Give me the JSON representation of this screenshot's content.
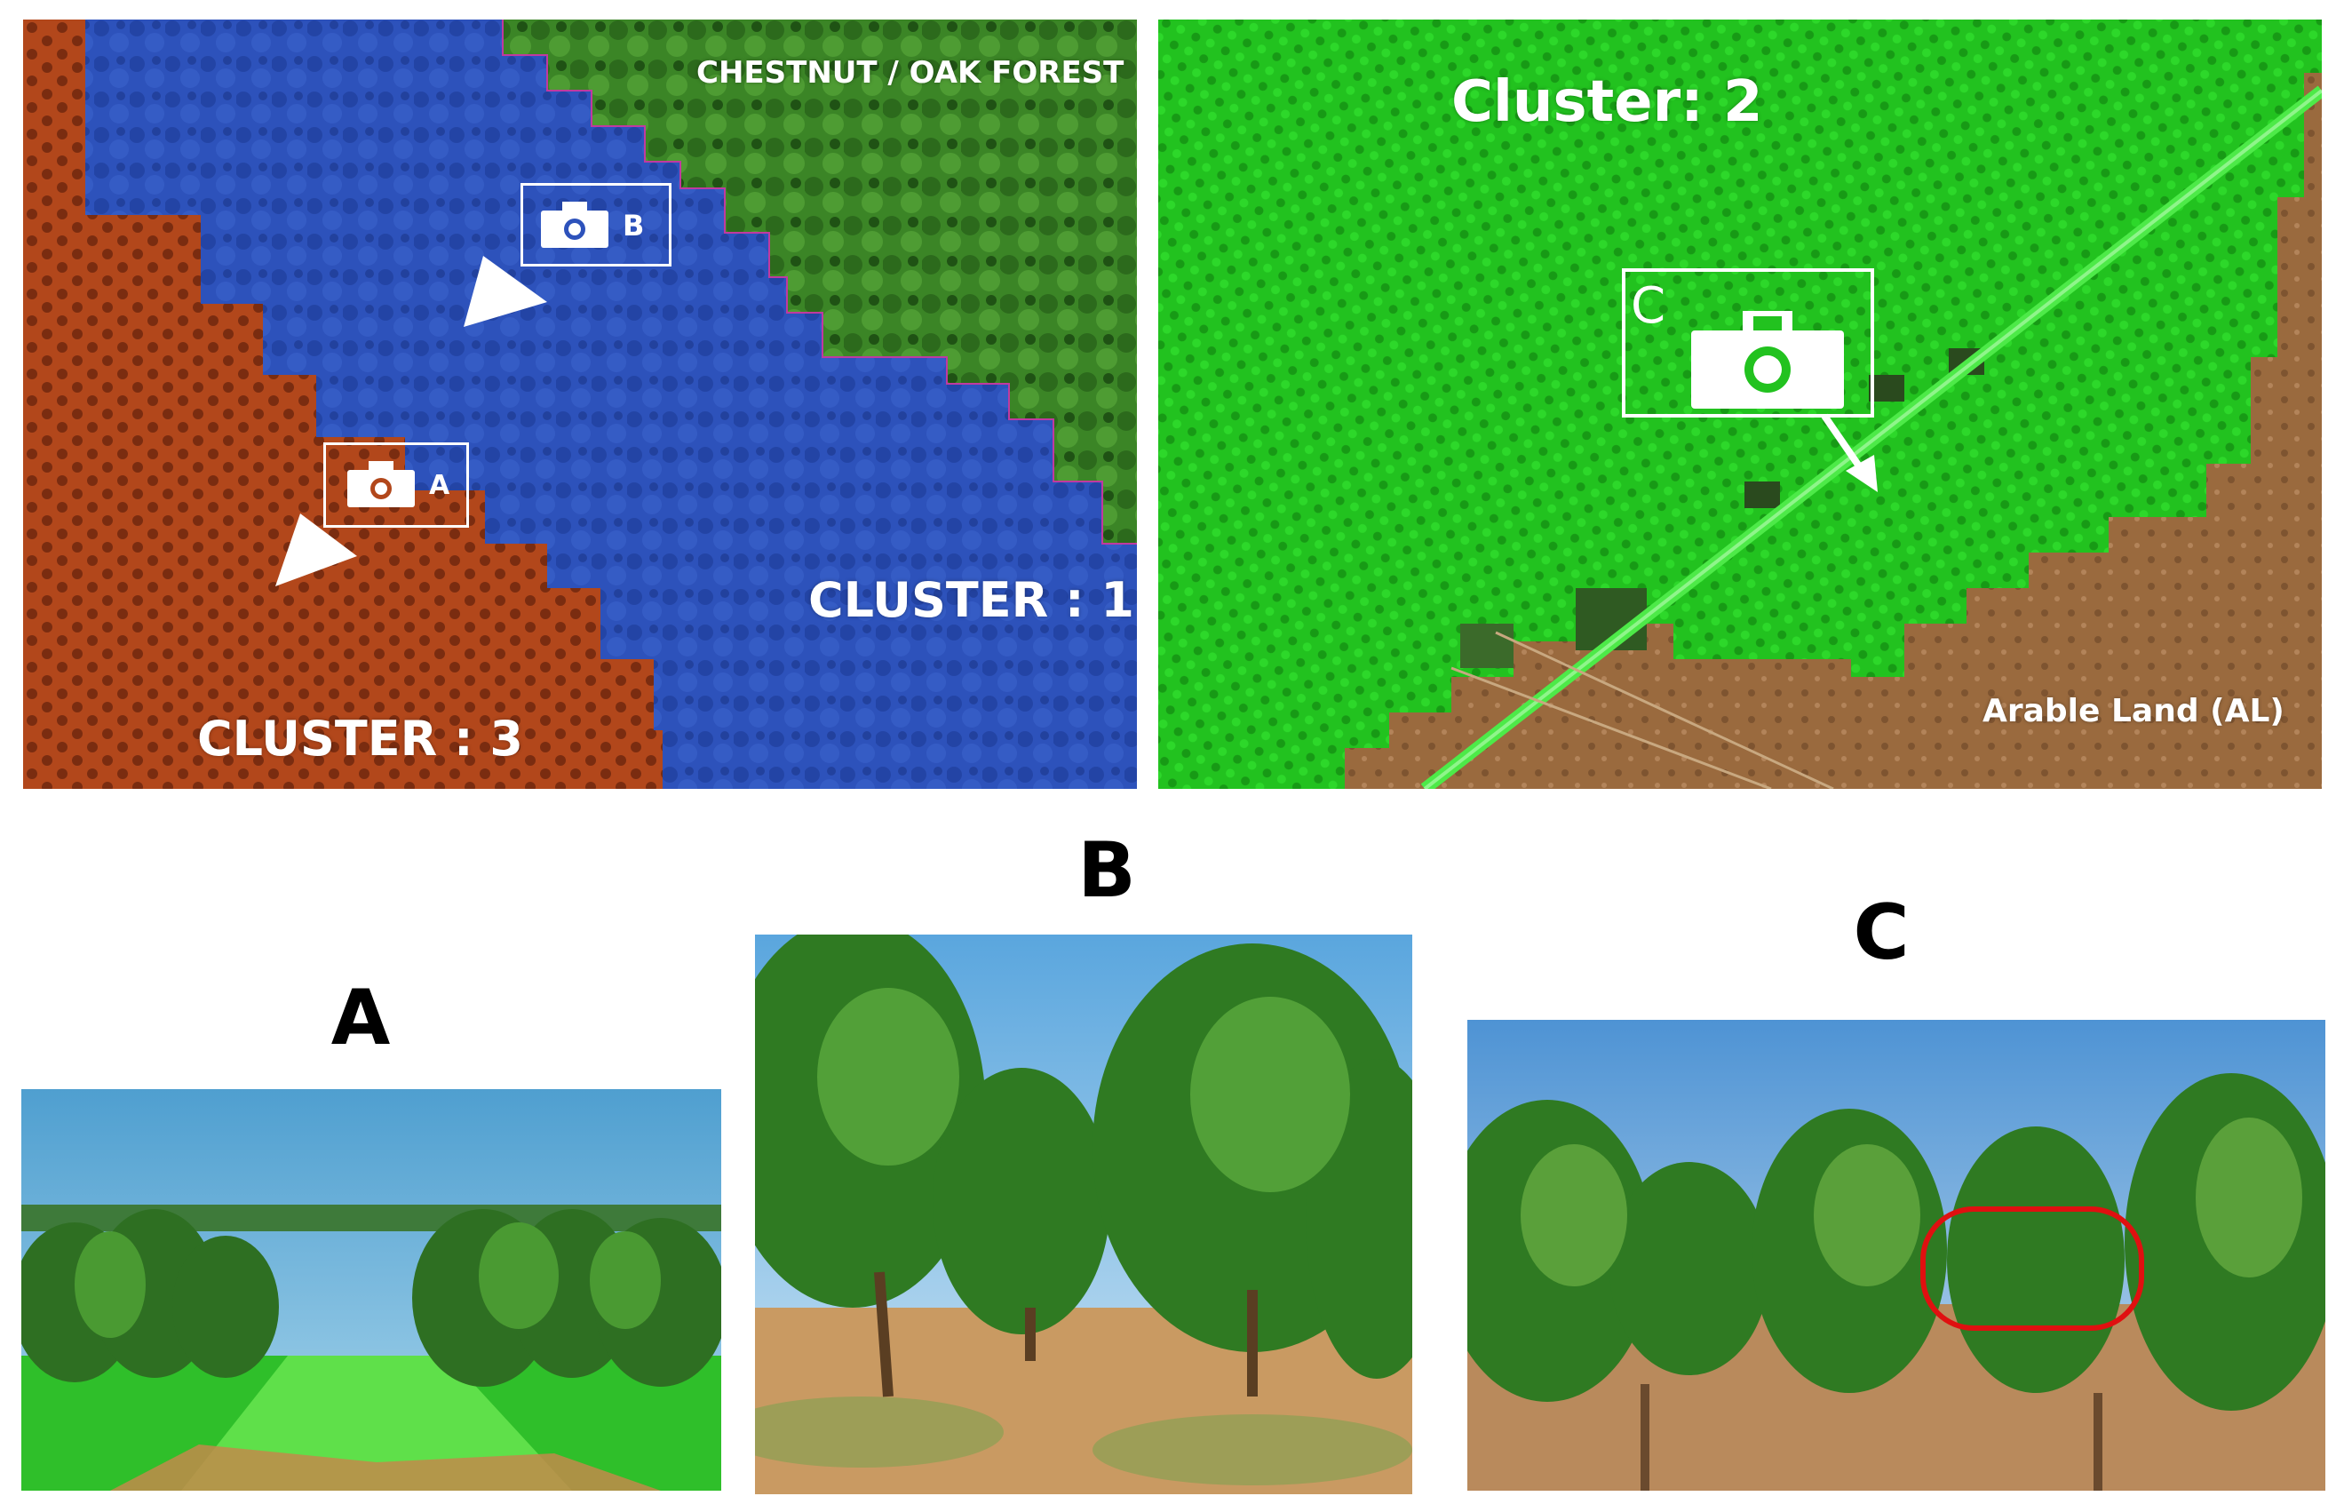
{
  "maps": {
    "left": {
      "forest_label": "CHESTNUT / OAK FOREST",
      "cluster1_label": "CLUSTER : 1",
      "cluster3_label": "CLUSTER : 3",
      "camera_a_letter": "A",
      "camera_b_letter": "B",
      "colors": {
        "cluster3": "#b2471b",
        "cluster1": "#2a4fb8",
        "forest": "#3f8a2a"
      }
    },
    "right": {
      "cluster2_label": "Cluster: 2",
      "arable_label": "Arable Land (AL)",
      "camera_c_letter": "C",
      "colors": {
        "cluster2": "#22c21f",
        "arable": "#9a6a3e"
      }
    }
  },
  "photos": {
    "a_label": "A",
    "b_label": "B",
    "c_label": "C",
    "highlight_color": "#e01010"
  }
}
